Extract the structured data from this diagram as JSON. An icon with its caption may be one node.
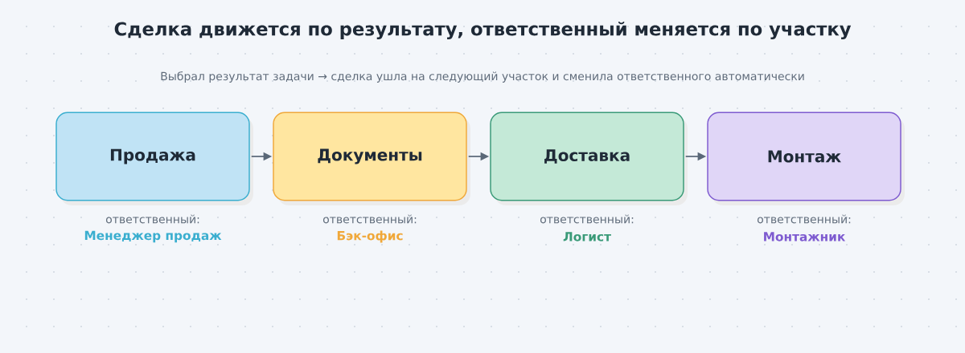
{
  "diagram": {
    "title": "Сделка движется по результату, ответственный меняется по участку",
    "caption": "Выбрал результат задачи → сделка ушла на следующий участок и сменила ответственного автоматически",
    "nodes": [
      {
        "text": [
          "Продажа"
        ],
        "beside": [
          "ответственный:",
          "Менеджер продаж"
        ]
      },
      {
        "text": [
          "Документы"
        ],
        "beside": [
          "ответственный:",
          "Бэк-офис"
        ]
      },
      {
        "text": [
          "Доставка"
        ],
        "beside": [
          "ответственный:",
          "Логист"
        ]
      },
      {
        "text": [
          "Монтаж"
        ],
        "beside": [
          "ответственный:",
          "Монтажник"
        ]
      }
    ],
    "edges": [
      {
        "from": 0,
        "to": 1,
        "arrow": "to"
      },
      {
        "from": 1,
        "to": 2,
        "arrow": "to"
      },
      {
        "from": 2,
        "to": 3,
        "arrow": "to"
      }
    ]
  }
}
